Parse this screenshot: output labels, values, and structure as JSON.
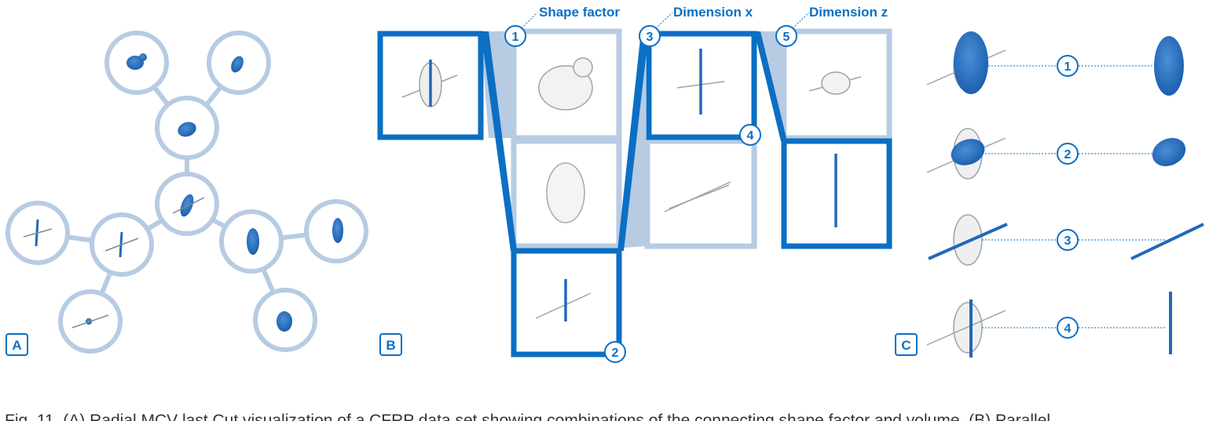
{
  "panels": {
    "a": "A",
    "b": "B",
    "c": "C"
  },
  "numbers": {
    "n1": "1",
    "n2": "2",
    "n3": "3",
    "n4": "4",
    "n5": "5"
  },
  "headers": {
    "shape_factor": "Shape factor",
    "dimension_x": "Dimension x",
    "dimension_z": "Dimension z"
  },
  "caption": "Fig. 11. (A) Radial MCV last Cut visualization of a CFRP data set showing combinations of the connecting shape factor and volume. (B) Parallel",
  "colors": {
    "primary": "#0b6fc4",
    "light": "#b7cbe3",
    "blob": "#2468b8",
    "grey": "#8a8a8a"
  }
}
